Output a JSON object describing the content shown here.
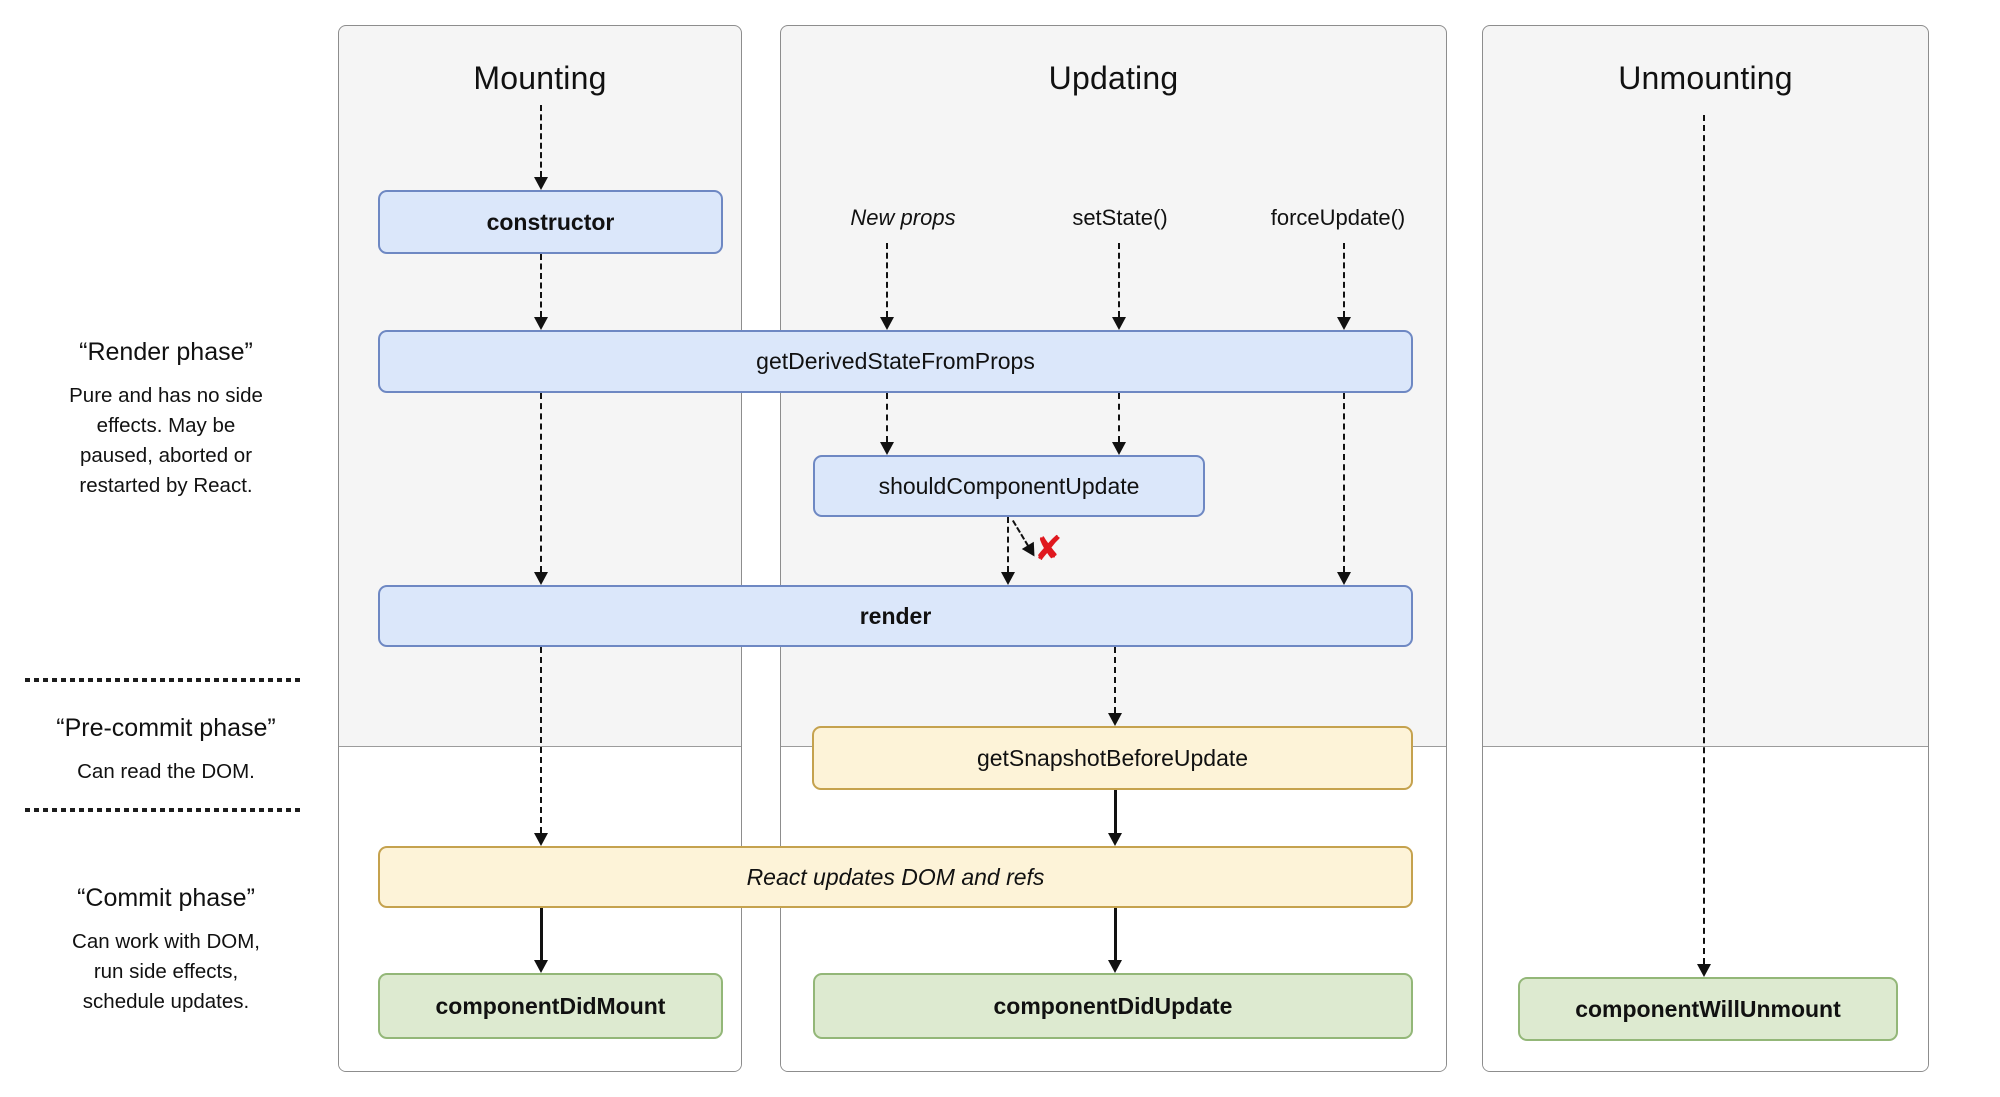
{
  "diagram": {
    "columns": [
      {
        "title": "Mounting"
      },
      {
        "title": "Updating",
        "triggers": [
          "New props",
          "setState()",
          "forceUpdate()"
        ]
      },
      {
        "title": "Unmounting"
      }
    ],
    "phase_labels": [
      {
        "title": "“Render phase”",
        "lines": [
          "Pure and has no side",
          "effects. May be",
          "paused, aborted or",
          "restarted by React."
        ]
      },
      {
        "title": "“Pre-commit phase”",
        "lines": [
          "Can read the DOM."
        ]
      },
      {
        "title": "“Commit phase”",
        "lines": [
          "Can work with DOM,",
          "run side effects,",
          "schedule updates."
        ]
      }
    ],
    "nodes": {
      "constructor": "constructor",
      "get_derived_state_from_props": "getDerivedStateFromProps",
      "should_component_update": "shouldComponentUpdate",
      "render": "render",
      "get_snapshot_before_update": "getSnapshotBeforeUpdate",
      "react_updates_dom": "React updates DOM and refs",
      "component_did_mount": "componentDidMount",
      "component_did_update": "componentDidUpdate",
      "component_will_unmount": "componentWillUnmount"
    },
    "marks": {
      "skip_render": "✘"
    },
    "colors": {
      "lifecycle_fill": "#dbe7fa",
      "lifecycle_border": "#6e88c3",
      "side_effect_fill": "#fdf3d8",
      "side_effect_border": "#c5a24e",
      "commit_fill": "#ddead0",
      "commit_border": "#93b778",
      "panel_fill": "#f5f5f5",
      "panel_border": "#8d8d8d",
      "skip_mark": "#e0181f"
    }
  }
}
